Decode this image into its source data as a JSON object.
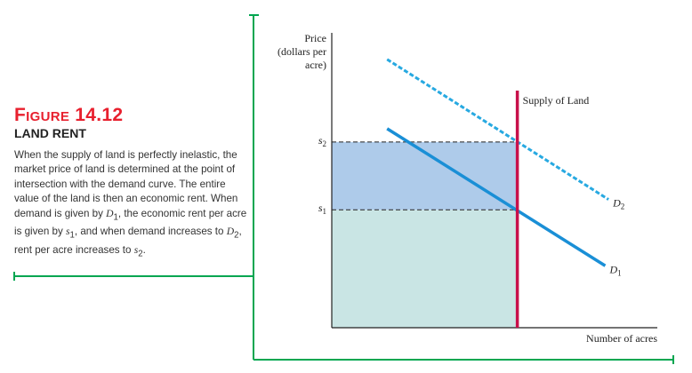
{
  "caption": {
    "figure_label": "Figure 14.12",
    "title": "LAND RENT",
    "text_parts": [
      "When the supply of land is perfectly inelastic, the market price of land is determined at the point of intersection with the demand curve. The entire value of the land is then an economic rent. When demand is given by ",
      "D",
      "1",
      ", the economic rent per acre is given by ",
      "s",
      "1",
      ", and when demand increases to ",
      "D",
      "2",
      ", rent per acre increases to ",
      "s",
      "2",
      "."
    ]
  },
  "colors": {
    "accent": "#e8202e",
    "bracket": "#00a650",
    "supply": "#c8104a",
    "demand": "#1a8fd6",
    "demand_shift": "#27a9e1",
    "area_upper": "#aecbea",
    "area_lower": "#c9e5e4"
  },
  "chart_data": {
    "type": "line",
    "ylabel": [
      "Price",
      "(dollars per",
      "acre)"
    ],
    "xlabel": "Number of acres",
    "xlim": [
      0,
      100
    ],
    "ylim": [
      0,
      100
    ],
    "supply": {
      "label": "Supply of Land",
      "x": 57
    },
    "price_levels": [
      {
        "label": "s",
        "sub": "2",
        "y": 63
      },
      {
        "label": "s",
        "sub": "1",
        "y": 40
      }
    ],
    "series": [
      {
        "name": "D1",
        "label": "D",
        "sub": "1",
        "style": "solid",
        "points": [
          [
            17,
            67.5
          ],
          [
            84,
            21
          ]
        ]
      },
      {
        "name": "D2",
        "label": "D",
        "sub": "2",
        "style": "dashed",
        "points": [
          [
            17,
            91
          ],
          [
            85,
            43.5
          ]
        ]
      }
    ]
  }
}
